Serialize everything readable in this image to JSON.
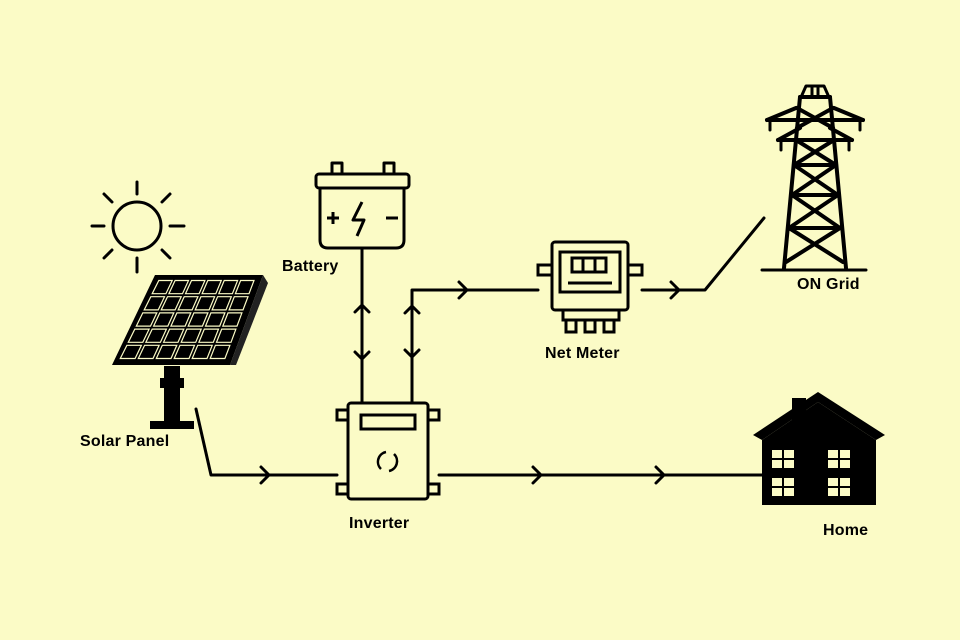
{
  "labels": {
    "solar_panel": "Solar Panel",
    "battery": "Battery",
    "inverter": "Inverter",
    "net_meter": "Net Meter",
    "on_grid": "ON Grid",
    "home": "Home"
  },
  "colors": {
    "background": "#fbfbc6",
    "line": "#000000"
  },
  "icons": [
    "sun-icon",
    "solar-panel-icon",
    "battery-icon",
    "inverter-icon",
    "net-meter-icon",
    "transmission-tower-icon",
    "home-icon"
  ]
}
